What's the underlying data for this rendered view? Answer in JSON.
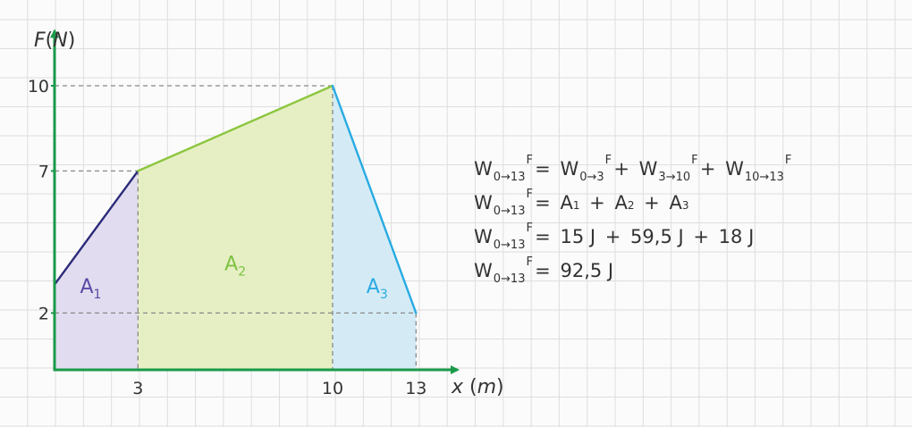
{
  "axes": {
    "y_label_var": "F",
    "y_label_unit": "N",
    "x_label_var": "x",
    "x_label_unit": "m",
    "y_ticks": [
      "10",
      "7",
      "2"
    ],
    "x_ticks": [
      "3",
      "10",
      "13"
    ]
  },
  "areas": [
    {
      "letter": "A",
      "index": "1",
      "color": "#5a4aa8"
    },
    {
      "letter": "A",
      "index": "2",
      "color": "#7cc242"
    },
    {
      "letter": "A",
      "index": "3",
      "color": "#29abe2"
    }
  ],
  "chart_data": {
    "type": "area",
    "x": [
      0,
      3,
      10,
      13
    ],
    "y": [
      3,
      7,
      10,
      2
    ],
    "xlim": [
      0,
      14.5
    ],
    "ylim": [
      0,
      12
    ],
    "xlabel": "x (m)",
    "ylabel": "F (N)",
    "grid": true,
    "segment_colors": [
      "#2b2a7a",
      "#8cc63f",
      "#29abe2"
    ],
    "fill_colors": [
      "#e1dcef",
      "#e6efc4",
      "#d4ebf6"
    ],
    "axis_color": "#1a9a4a"
  },
  "equations": {
    "W": "W",
    "F": "F",
    "eq": "=",
    "plus": "+",
    "line1": {
      "lhs": "0→13",
      "t1": "0→3",
      "t2": "3→10",
      "t3": "10→13"
    },
    "line2": {
      "lhs": "0→13",
      "a": "A",
      "i1": "1",
      "i2": "2",
      "i3": "3"
    },
    "line3": {
      "lhs": "0→13",
      "v1": "15 J",
      "v2": "59,5 J",
      "v3": "18 J"
    },
    "line4": {
      "lhs": "0→13",
      "result": "92,5 J"
    }
  }
}
